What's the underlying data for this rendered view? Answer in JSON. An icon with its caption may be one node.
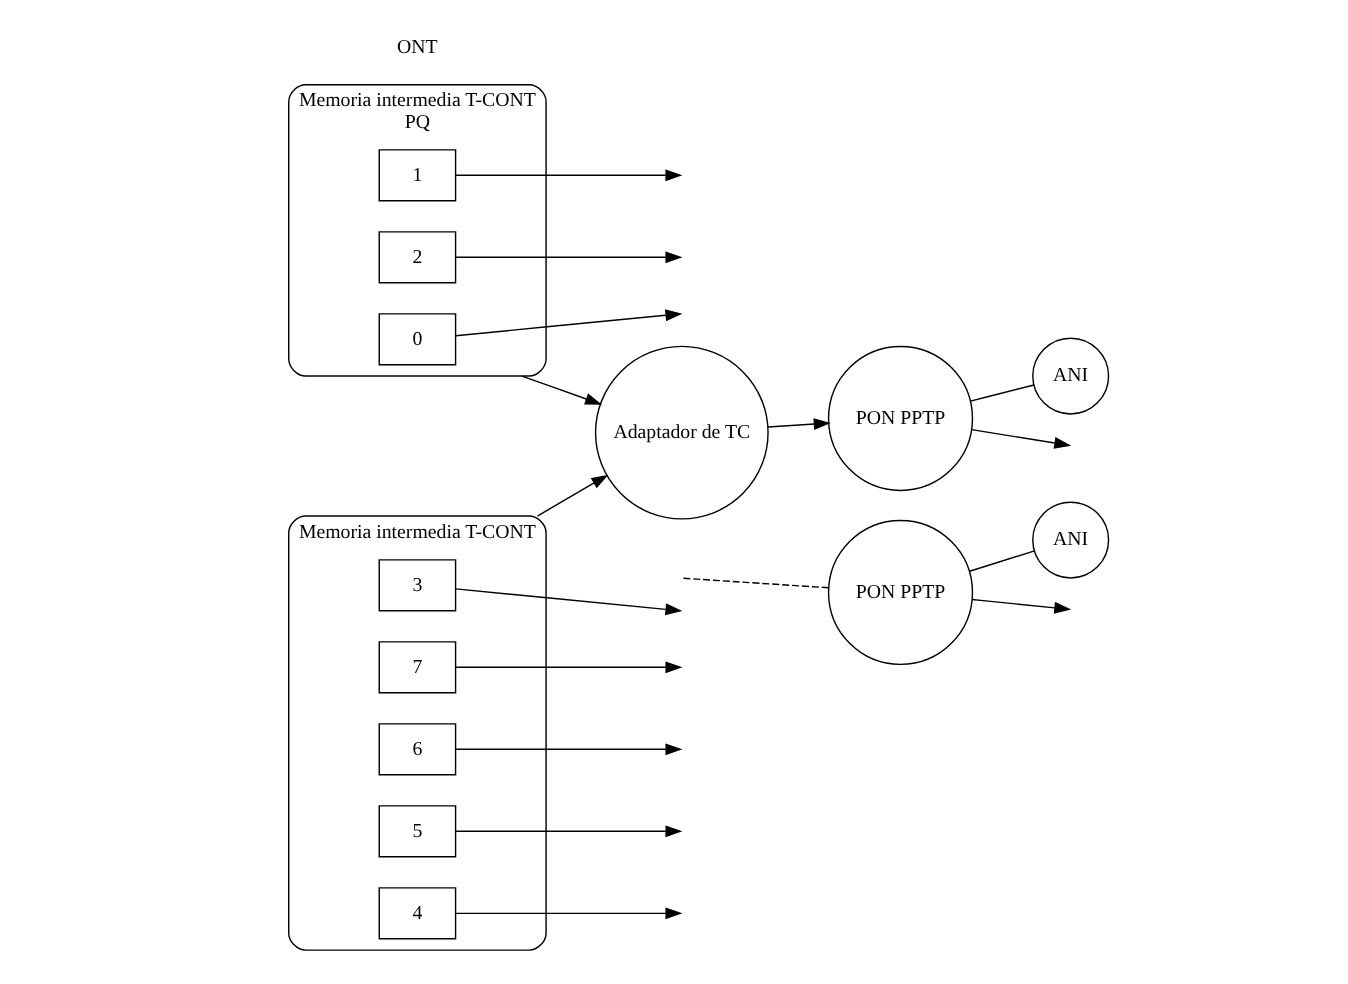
{
  "diagram": {
    "nodes": [
      {
        "text": [
          "Memoria intermedia T-CONT",
          "PQ"
        ]
      },
      {
        "text": [
          "0"
        ],
        "in": 0
      },
      {
        "text": [
          "1"
        ],
        "in": 0
      },
      {
        "text": [
          "2"
        ],
        "in": 0
      },
      {
        "text": [
          "Adaptador de TC"
        ]
      },
      {
        "text": [
          "PON PPTP"
        ]
      },
      {
        "text": [
          "ANI"
        ]
      },
      {
        "text": [
          "Memoria intermedia T-CONT"
        ]
      },
      {
        "text": [
          "3"
        ],
        "in": 7
      },
      {
        "text": [
          "4"
        ],
        "in": 7
      },
      {
        "text": [
          "5"
        ],
        "in": 7
      },
      {
        "text": [
          "6"
        ],
        "in": 7
      },
      {
        "text": [
          "7"
        ],
        "in": 7
      },
      {
        "text": [
          "PON PPTP"
        ]
      },
      {
        "text": [
          "ANI"
        ]
      }
    ],
    "edges": [
      {
        "from": 1,
        "to": null,
        "arrow": "to"
      },
      {
        "from": 2,
        "to": null,
        "arrow": "to"
      },
      {
        "from": 3,
        "to": null,
        "arrow": "to"
      },
      {
        "from": 0,
        "to": 4,
        "arrow": "to"
      },
      {
        "from": 8,
        "to": null,
        "arrow": "to"
      },
      {
        "from": 9,
        "to": null,
        "arrow": "to"
      },
      {
        "from": 10,
        "to": null,
        "arrow": "to"
      },
      {
        "from": 11,
        "to": null,
        "arrow": "to"
      },
      {
        "from": 12,
        "to": null,
        "arrow": "to"
      },
      {
        "from": 7,
        "to": 4,
        "arrow": "to"
      },
      {
        "from": 4,
        "to": 5,
        "arrow": "to"
      },
      {
        "from": 5,
        "to": null,
        "arrow": "to"
      },
      {
        "from": 5,
        "to": 6,
        "arrow": "none"
      },
      {
        "from": null,
        "to": 13,
        "arrow": "none",
        "style": "dashed"
      },
      {
        "from": 13,
        "to": null,
        "arrow": "to"
      },
      {
        "from": 13,
        "to": 14,
        "arrow": "none"
      }
    ],
    "labels": [
      "ONT"
    ]
  }
}
